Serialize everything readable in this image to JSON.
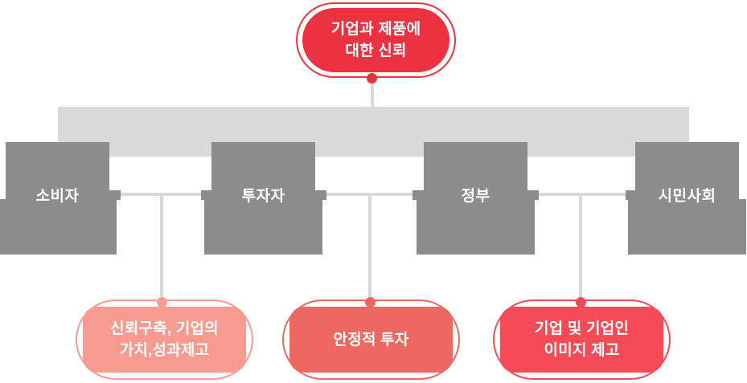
{
  "root": {
    "label": "기업과 제품에\n대한 신뢰",
    "color": "#ec3140"
  },
  "stakeholders": [
    {
      "label": "소비자"
    },
    {
      "label": "투자자"
    },
    {
      "label": "정부"
    },
    {
      "label": "시민사회"
    }
  ],
  "outcomes": [
    {
      "label": "신뢰구축, 기업의\n가치,성과제고",
      "color": "#f79a90"
    },
    {
      "label": "안정적 투자",
      "color": "#ee6862"
    },
    {
      "label": "기업 및 기업인\n이미지 제고",
      "color": "#f54b57"
    }
  ],
  "colors": {
    "root_red": "#ec3140",
    "outcome_salmon": "#f79a90",
    "outcome_coral": "#ee6862",
    "outcome_bright_red": "#f54b57",
    "stakeholder_gray": "#8c8c8c",
    "connector_gray": "#d9d9d9",
    "text_white": "#ffffff"
  }
}
